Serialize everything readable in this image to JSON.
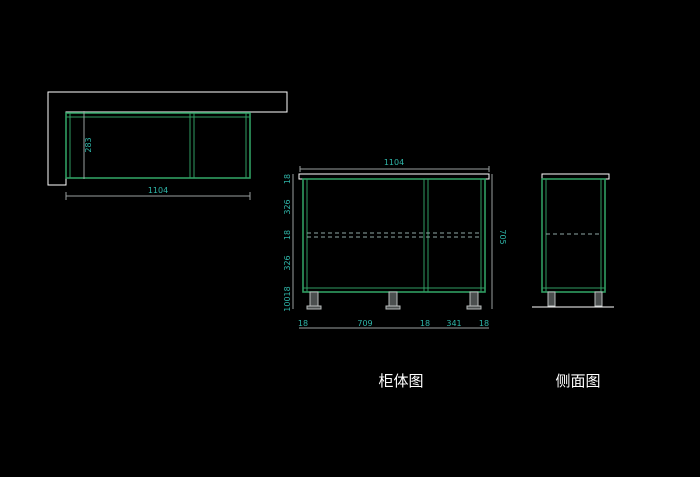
{
  "captions": {
    "cabinet": "柜体图",
    "side": "侧面图"
  },
  "top_view": {
    "width_label": "1104",
    "depth_label": "283"
  },
  "front_view": {
    "width_label": "1104",
    "height_label": "705",
    "left_labels": [
      "18",
      "326",
      "18",
      "326",
      "10018"
    ],
    "bottom_labels": [
      "18",
      "709",
      "18",
      "341",
      "18"
    ]
  },
  "colors": {
    "background": "#000000",
    "outline": "#ffffff",
    "panel": "#2f9d62",
    "dimension": "#2fb5a8"
  }
}
